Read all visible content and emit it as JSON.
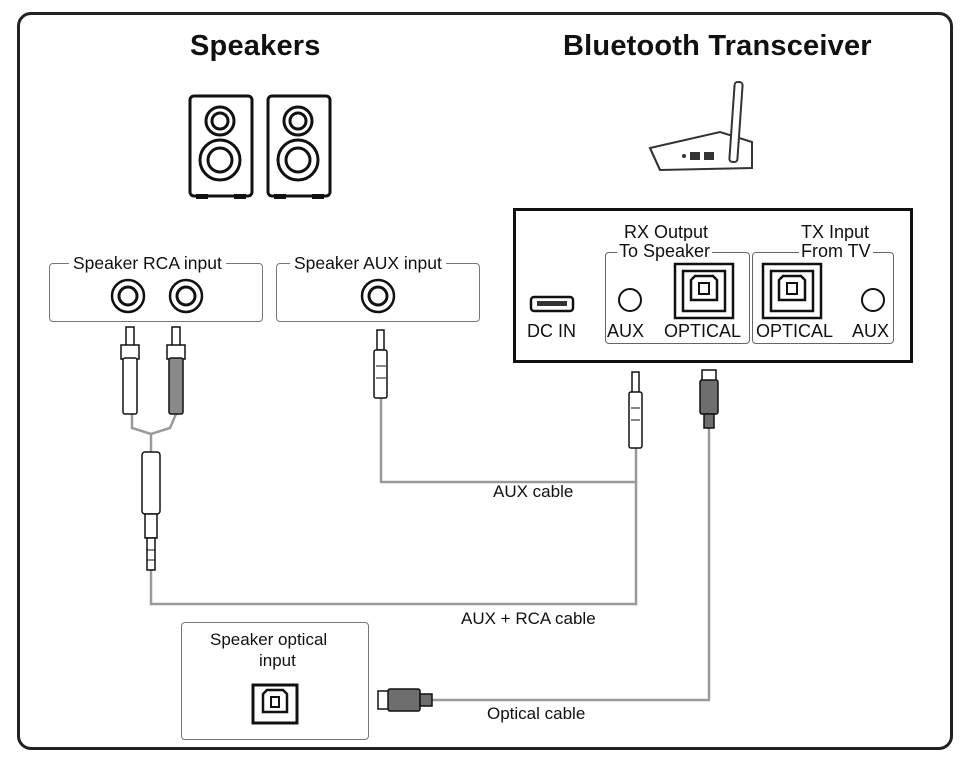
{
  "speakers_heading": "Speakers",
  "transceiver_heading": "Bluetooth Transceiver",
  "speaker_rca_input": "Speaker RCA input",
  "speaker_aux_input": "Speaker AUX input",
  "speaker_optical_input_line1": "Speaker optical",
  "speaker_optical_input_line2": "input",
  "transceiver_panel": {
    "dc_in": "DC IN",
    "rx_output_line1": "RX Output",
    "rx_output_line2": "To Speaker",
    "tx_input_line1": "TX Input",
    "tx_input_line2": "From TV",
    "rx_aux": "AUX",
    "rx_optical": "OPTICAL",
    "tx_optical": "OPTICAL",
    "tx_aux": "AUX"
  },
  "cables": {
    "aux": "AUX cable",
    "aux_rca": "AUX + RCA cable",
    "optical": "Optical cable"
  },
  "colors": {
    "outline": "#222222",
    "cable": "#9a9a9a",
    "plug_red": "#8a8a8a",
    "optical_plug": "#6e6e6e"
  }
}
